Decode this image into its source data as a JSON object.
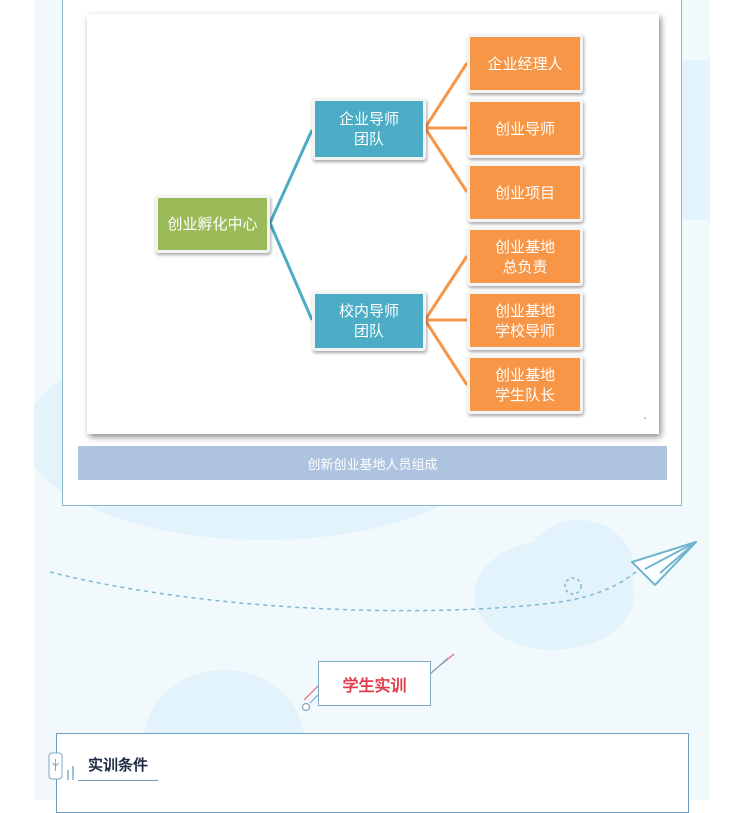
{
  "diagram": {
    "root": "创业孵化中心",
    "groups": [
      {
        "label": "企业导师\n团队",
        "children": [
          "企业经理人",
          "创业导师",
          "创业项目"
        ]
      },
      {
        "label": "校内导师\n团队",
        "children": [
          "创业基地\n总负责",
          "创业基地\n学校导师",
          "创业基地\n学生队长"
        ]
      }
    ]
  },
  "caption": "创新创业基地人员组成",
  "section_title": "学生实训",
  "sub_title": "实训条件",
  "colors": {
    "root": "#9bbb59",
    "group": "#4bacc6",
    "leaf": "#f79646",
    "caption_bar": "#adc3df",
    "section_title": "#e03e4e"
  },
  "icons": [
    "paper-plane-icon",
    "leaf-icon"
  ]
}
